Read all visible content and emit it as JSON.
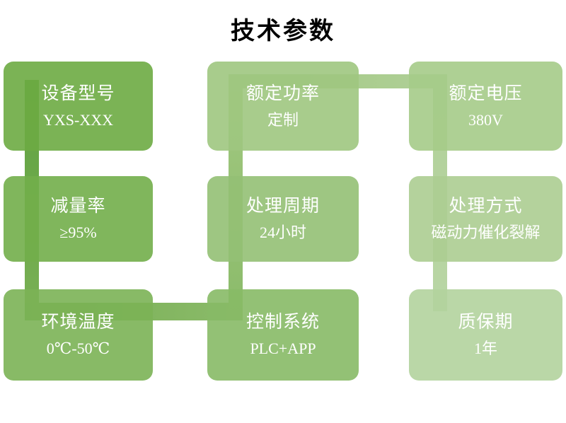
{
  "title": "技术参数",
  "boxes": [
    {
      "label": "设备型号",
      "value": "YXS-XXX",
      "color": "#6dab43"
    },
    {
      "label": "额定功率",
      "value": "定制",
      "color": "#9ec67f"
    },
    {
      "label": "额定电压",
      "value": "380V",
      "color": "#a5cb88"
    },
    {
      "label": "减量率",
      "value": "≥95%",
      "color": "#72ae4a"
    },
    {
      "label": "处理周期",
      "value": "24小时",
      "color": "#93c074"
    },
    {
      "label": "处理方式",
      "value": "磁动力催化裂解",
      "color": "#accd91"
    },
    {
      "label": "环境温度",
      "value": "0℃-50℃",
      "color": "#7bb255"
    },
    {
      "label": "控制系统",
      "value": "PLC+APP",
      "color": "#87ba66"
    },
    {
      "label": "质保期",
      "value": "1年",
      "color": "#b2d39d"
    }
  ],
  "connector": {
    "segments": [
      {
        "orient": "v",
        "from": "#60a241",
        "to": "#7ab055"
      },
      {
        "orient": "h",
        "from": "#76ad51",
        "to": "#8bbb6a"
      },
      {
        "orient": "v",
        "from": "#a2c881",
        "to": "#8bbb6a"
      },
      {
        "orient": "h",
        "from": "#a2c881",
        "to": "#b0d098"
      },
      {
        "orient": "v",
        "from": "#b0d098",
        "to": "#b9d6a5"
      }
    ]
  }
}
